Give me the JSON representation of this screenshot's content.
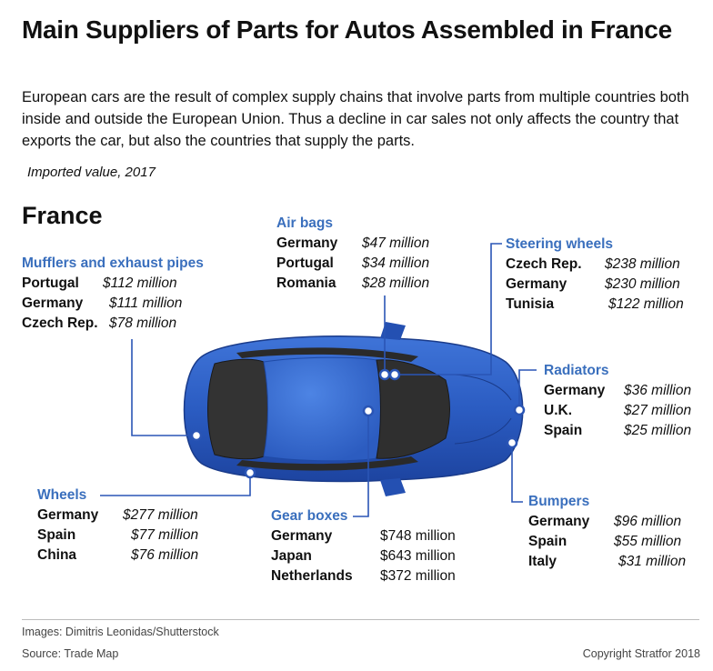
{
  "title": "Main Suppliers of Parts for Autos Assembled in France",
  "subtitle": "European cars are the result of complex supply chains that involve parts from multiple countries both inside and outside the European Union. Thus a decline in car sales not only affects the country that exports the car, but also the countries that supply the parts.",
  "note": "Imported value, 2017",
  "country": "France",
  "groups": {
    "mufflers": {
      "title": "Mufflers and exhaust pipes",
      "rows": [
        {
          "country": "Portugal",
          "value": "$112 million"
        },
        {
          "country": "Germany",
          "value": "$111 million"
        },
        {
          "country": "Czech Rep.",
          "value": "$78 million"
        }
      ]
    },
    "airbags": {
      "title": "Air bags",
      "rows": [
        {
          "country": "Germany",
          "value": "$47 million"
        },
        {
          "country": "Portugal",
          "value": "$34 million"
        },
        {
          "country": "Romania",
          "value": "$28 million"
        }
      ]
    },
    "steering": {
      "title": "Steering wheels",
      "rows": [
        {
          "country": "Czech Rep.",
          "value": "$238 million"
        },
        {
          "country": "Germany",
          "value": "$230 million"
        },
        {
          "country": "Tunisia",
          "value": "$122 million"
        }
      ]
    },
    "radiators": {
      "title": "Radiators",
      "rows": [
        {
          "country": "Germany",
          "value": "$36 million"
        },
        {
          "country": "U.K.",
          "value": "$27 million"
        },
        {
          "country": "Spain",
          "value": "$25 million"
        }
      ]
    },
    "wheels": {
      "title": "Wheels",
      "rows": [
        {
          "country": "Germany",
          "value": "$277 million"
        },
        {
          "country": "Spain",
          "value": "$77 million"
        },
        {
          "country": "China",
          "value": "$76 million"
        }
      ]
    },
    "gearboxes": {
      "title": "Gear boxes",
      "rows": [
        {
          "country": "Germany",
          "value": "$748 million"
        },
        {
          "country": "Japan",
          "value": "$643 million"
        },
        {
          "country": "Netherlands",
          "value": "$372 million"
        }
      ]
    },
    "bumpers": {
      "title": "Bumpers",
      "rows": [
        {
          "country": "Germany",
          "value": "$96 million"
        },
        {
          "country": "Spain",
          "value": "$55 million"
        },
        {
          "country": "Italy",
          "value": "$31 million"
        }
      ]
    }
  },
  "footer": {
    "images": "Images: Dimitris Leonidas/Shutterstock",
    "source": "Source: Trade Map",
    "copyright": "Copyright Stratfor 2018"
  },
  "colors": {
    "accent": "#3a6fbd",
    "car_body": "#2f5fc4",
    "glass": "#3a3a3a",
    "marker": "#2a55b5"
  }
}
